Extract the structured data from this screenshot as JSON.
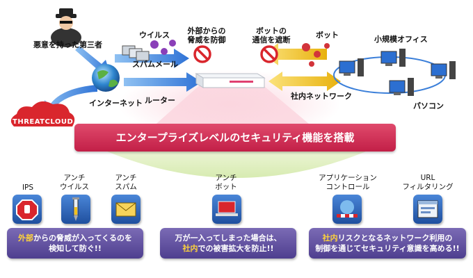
{
  "labels": {
    "attacker": "悪意を持った第三者",
    "virus": "ウイルス",
    "spam": "スパムメール",
    "external_threat": [
      "外部からの",
      "脅威を防御"
    ],
    "bot_block": [
      "ボットの",
      "通信を遮断"
    ],
    "bot": "ボット",
    "small_office": "小規模オフィス",
    "internet": "インターネット",
    "router": "ルーター",
    "internal_network": "社内ネットワーク",
    "pc": "パソコン",
    "threatcloud": "THREATCLOUD"
  },
  "banner": "エンタープライズレベルのセキュリティ機能を搭載",
  "features": [
    {
      "name": "ips",
      "lines": [
        "IPS"
      ],
      "icon": "ips-stop-hand-icon",
      "color": "#2e63b8"
    },
    {
      "name": "antivirus",
      "lines": [
        "アンチ",
        "ウイルス"
      ],
      "icon": "antivirus-syringe-icon",
      "color": "#2e63b8"
    },
    {
      "name": "antispam",
      "lines": [
        "アンチ",
        "スパム"
      ],
      "icon": "antispam-mail-icon",
      "color": "#2e63b8"
    },
    {
      "name": "antibot",
      "lines": [
        "アンチ",
        "ボット"
      ],
      "icon": "antibot-laptop-icon",
      "color": "#2e63b8"
    },
    {
      "name": "app-control",
      "lines": [
        "アプリケーション",
        "コントロール"
      ],
      "icon": "app-control-icon",
      "color": "#2e63b8"
    },
    {
      "name": "url-filtering",
      "lines": [
        "URL",
        "フィルタリング"
      ],
      "icon": "url-filter-browser-icon",
      "color": "#2e63b8"
    }
  ],
  "messages": [
    {
      "hl": "外部",
      "line1_rest": "からの脅威が入ってくるのを",
      "line2": "検知して防ぐ!!"
    },
    {
      "line1": "万が一入ってしまった場合は、",
      "hl": "社内",
      "line2_rest": "での被害拡大を防止!!"
    },
    {
      "hl": "社内",
      "line1_rest": "リスクとなるネットワーク利用の",
      "line2": "制御を通じてセキュリティ意識を高める!!"
    }
  ],
  "colors": {
    "banner": "#c9254d",
    "message_box": "#5a4b9b",
    "highlight": "#ffd43a",
    "arrow_blue": "#3b7fd9",
    "arrow_yellow": "#f2c21b",
    "blocked": "#d9262d"
  }
}
